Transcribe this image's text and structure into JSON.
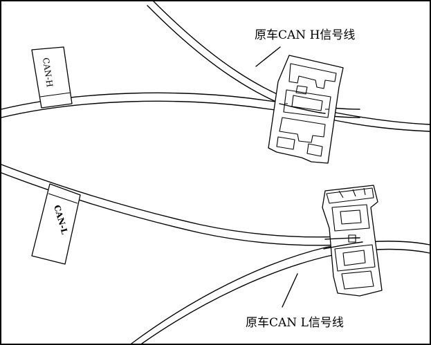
{
  "labels": {
    "can_h_wire": "原车CAN H信号线",
    "can_l_wire": "原车CAN L信号线"
  },
  "tags": {
    "can_h": "CAN-H",
    "can_l": "CAN-L"
  }
}
